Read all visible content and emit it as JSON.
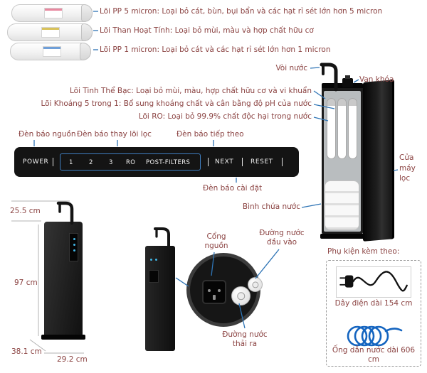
{
  "annotations": {
    "pp5": "Lõi PP 5 micron: Loại bỏ cát, bùn, bụi bẩn và các hạt rỉ sét lớn hơn 5 micron",
    "carbon": "Lõi Than Hoạt Tính: Loại bỏ mùi, màu và hợp chất hữu cơ",
    "pp1": "Lõi PP 1 micron: Loại bỏ cát và các hạt rỉ sét lớn hơn 1 micron",
    "silver": "Lõi Tinh Thể Bạc: Loại bỏ mùi, màu, hợp chất hữu cơ và vi khuẩn",
    "mineral": "Lõi Khoáng 5 trong 1: Bổ sung khoáng chất và cân bằng độ pH của nước",
    "ro": "Lõi RO: Loại bỏ 99.9% chất độc hại trong nước",
    "tap": "Vòi nước",
    "valve": "Van khóa",
    "door": "Cửa máy lọc",
    "tank": "Bình chứa nước"
  },
  "control_panel": {
    "power_led": "Đèn báo nguồn",
    "replace_led": "Đèn báo thay lõi lọc",
    "next_led": "Đèn báo tiếp theo",
    "settings_led": "Đèn báo cài đặt",
    "buttons": {
      "power": "POWER",
      "b1": "1",
      "b2": "2",
      "b3": "3",
      "ro": "RO",
      "post_filters": "POST-FILTERS",
      "next": "NEXT",
      "reset": "RESET"
    }
  },
  "dimensions": {
    "faucet_height": "25.5 cm",
    "body_height": "97 cm",
    "depth": "38.1 cm",
    "width": "29.2 cm"
  },
  "rear_ports": {
    "power": "Cổng nguồn",
    "inlet": "Đường nước đầu vào",
    "drain": "Đường nước thải ra"
  },
  "accessories": {
    "title": "Phụ kiện kèm theo:",
    "power_cord": "Dây điện dài 154 cm",
    "water_tube": "Ống dẫn nước dài 606 cm"
  },
  "colors": {
    "annotation_text": "#8b4342",
    "leader_line": "#2e74b5",
    "panel_bg": "#141414",
    "tube_blue": "#1565c0"
  }
}
